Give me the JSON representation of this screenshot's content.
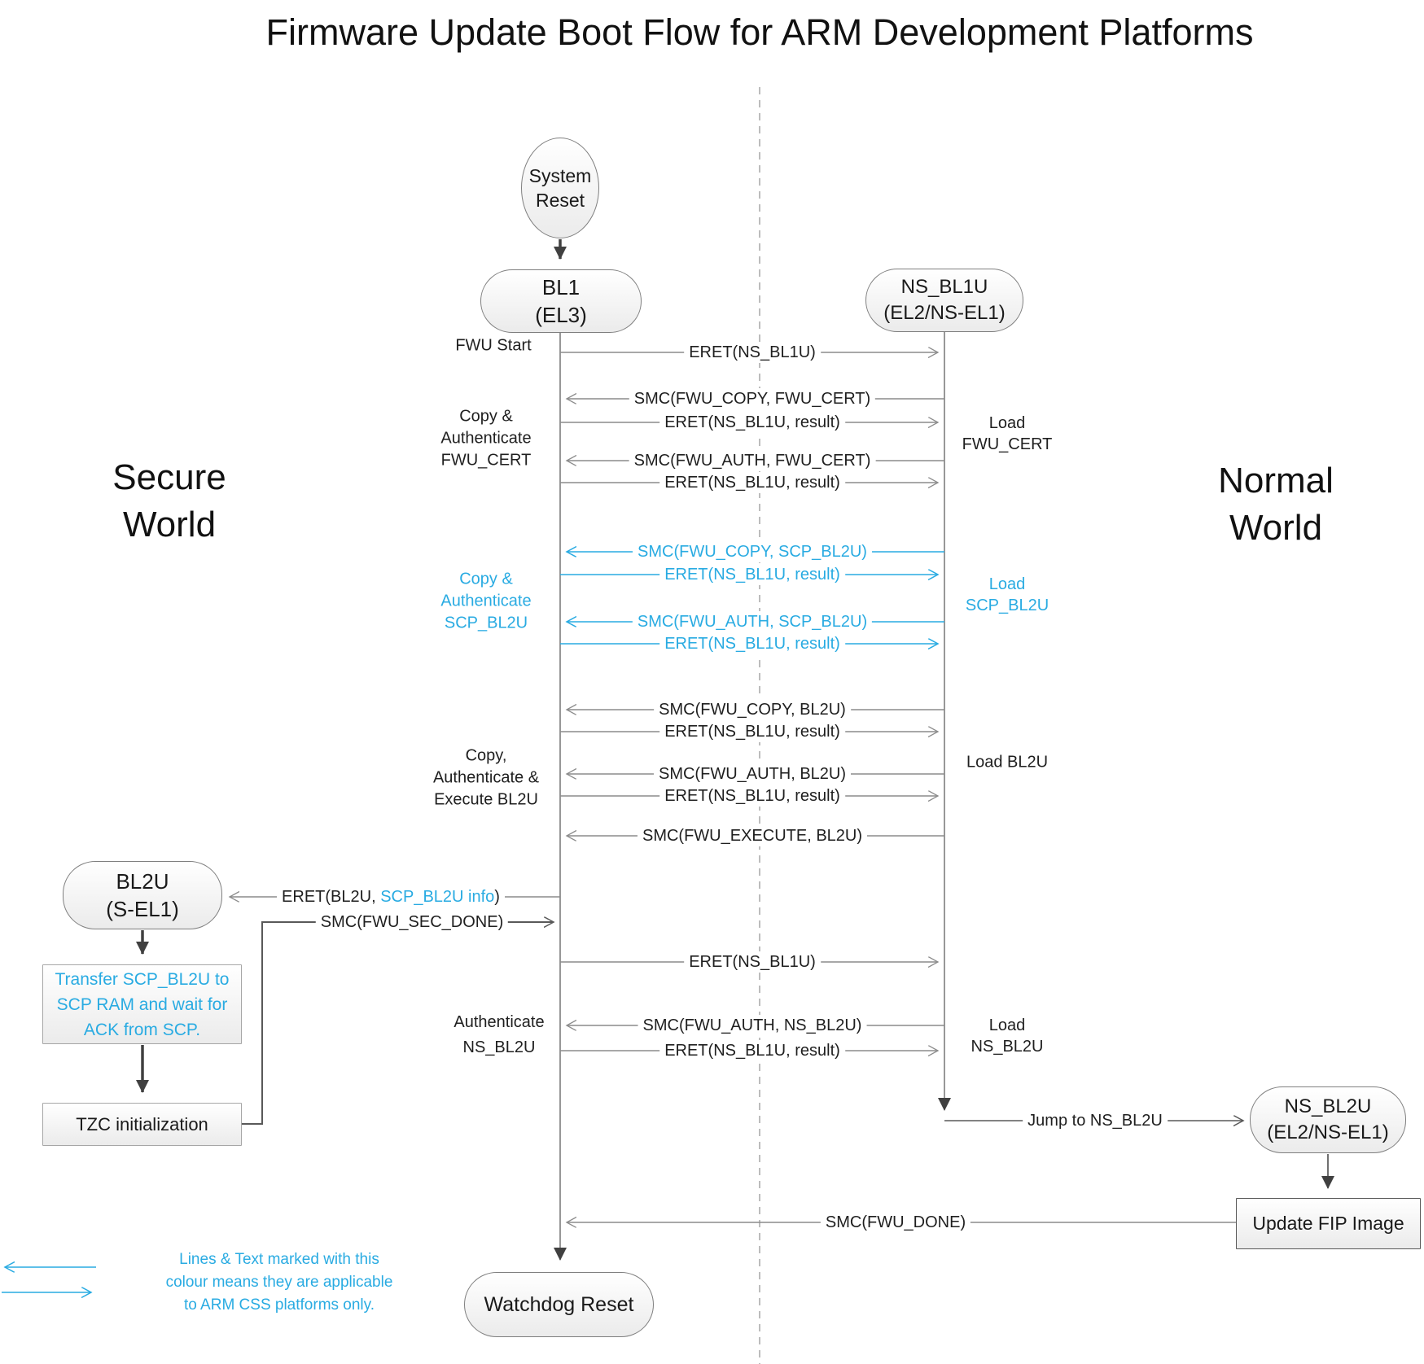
{
  "title": "Firmware Update Boot Flow for ARM Development Platforms",
  "worlds": {
    "secure": "Secure\nWorld",
    "normal": "Normal\nWorld"
  },
  "colors": {
    "accent_blue": "#29ABE2",
    "line_gray": "#8c8c8c",
    "dark_arrow": "#404040"
  },
  "nodes": {
    "system_reset": "System\nReset",
    "bl1": "BL1\n(EL3)",
    "ns_bl1u": "NS_BL1U\n(EL2/NS-EL1)",
    "bl2u": "BL2U\n(S-EL1)",
    "ns_bl2u": "NS_BL2U\n(EL2/NS-EL1)",
    "watchdog_reset": "Watchdog Reset",
    "transfer_scp": "Transfer SCP_BL2U to\nSCP RAM and wait for\nACK from SCP.",
    "tzc": "TZC initialization",
    "update_fip": "Update FIP Image"
  },
  "messages": {
    "eret_ns_bl1u_1": "ERET(NS_BL1U)",
    "smc_fwu_copy_fwu_cert": "SMC(FWU_COPY, FWU_CERT)",
    "eret_result_1": "ERET(NS_BL1U, result)",
    "smc_fwu_auth_fwu_cert": "SMC(FWU_AUTH, FWU_CERT)",
    "eret_result_2": "ERET(NS_BL1U, result)",
    "smc_fwu_copy_scp_bl2u": "SMC(FWU_COPY, SCP_BL2U)",
    "eret_result_3": "ERET(NS_BL1U, result)",
    "smc_fwu_auth_scp_bl2u": "SMC(FWU_AUTH, SCP_BL2U)",
    "eret_result_4": "ERET(NS_BL1U, result)",
    "smc_fwu_copy_bl2u": "SMC(FWU_COPY, BL2U)",
    "eret_result_5": "ERET(NS_BL1U, result)",
    "smc_fwu_auth_bl2u": "SMC(FWU_AUTH, BL2U)",
    "eret_result_6": "ERET(NS_BL1U, result)",
    "smc_fwu_execute_bl2u": "SMC(FWU_EXECUTE, BL2U)",
    "eret_bl2u_prefix": "ERET(BL2U, ",
    "eret_bl2u_blue": "SCP_BL2U info",
    "eret_bl2u_suffix": ")",
    "smc_fwu_sec_done": "SMC(FWU_SEC_DONE)",
    "eret_ns_bl1u_2": "ERET(NS_BL1U)",
    "smc_fwu_auth_ns_bl2u": "SMC(FWU_AUTH, NS_BL2U)",
    "eret_result_7": "ERET(NS_BL1U, result)",
    "jump_to_ns_bl2u": "Jump to NS_BL2U",
    "smc_fwu_done": "SMC(FWU_DONE)"
  },
  "side_labels": {
    "fwu_start": "FWU Start",
    "copy_auth_fwu_cert": "Copy &\nAuthenticate\nFWU_CERT",
    "load_fwu_cert": "Load\nFWU_CERT",
    "copy_auth_scp_bl2u": "Copy &\nAuthenticate\nSCP_BL2U",
    "load_scp_bl2u": "Load\nSCP_BL2U",
    "copy_auth_exec_bl2u": "Copy,\nAuthenticate &\nExecute BL2U",
    "load_bl2u": "Load BL2U",
    "auth_ns_bl2u": "Authenticate\nNS_BL2U",
    "load_ns_bl2u": "Load\nNS_BL2U"
  },
  "legend": {
    "note": "Lines & Text marked with this\ncolour means they are applicable\nto ARM CSS platforms only."
  }
}
